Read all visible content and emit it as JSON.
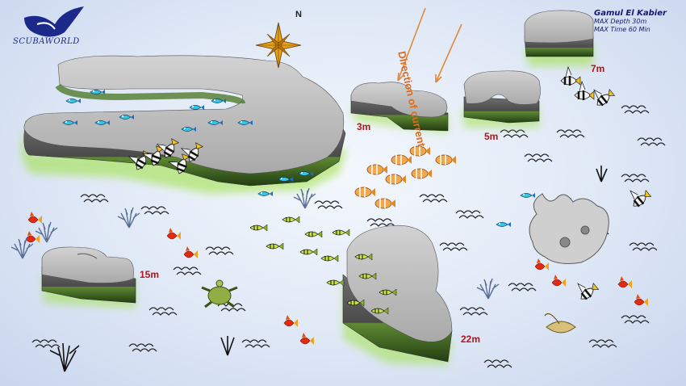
{
  "logo": {
    "text": "SCUBAWORLD"
  },
  "compass": {
    "north_label": "N"
  },
  "current": {
    "label": "Direction of current"
  },
  "site_info": {
    "name": "Gamul El Kabier",
    "max_depth": "MAX Depth 30m",
    "max_time": "MAX Time 60 Min"
  },
  "depths": {
    "reef_3m": "3m",
    "reef_5m": "5m",
    "reef_7m": "7m",
    "reef_15m": "15m",
    "reef_22m": "22m"
  },
  "icons": [
    "compass-rose-icon",
    "current-arrow-icon",
    "angelfish-icon",
    "butterflyfish-icon",
    "bannerfish-icon",
    "anthias-icon",
    "turtle-icon",
    "stingray-icon",
    "sea-fan-icon",
    "coral-icon",
    "wave-mark-icon"
  ],
  "colors": {
    "sea": "#dfe8f6",
    "reef_top": "#b8b8b8",
    "reef_side": "#5a5a5a",
    "reef_base": "#4f7a2a",
    "reef_glow": "#9be13a",
    "depth_text": "#b3141b",
    "current_arrow": "#e08a3c",
    "info_text": "#141a6e"
  }
}
